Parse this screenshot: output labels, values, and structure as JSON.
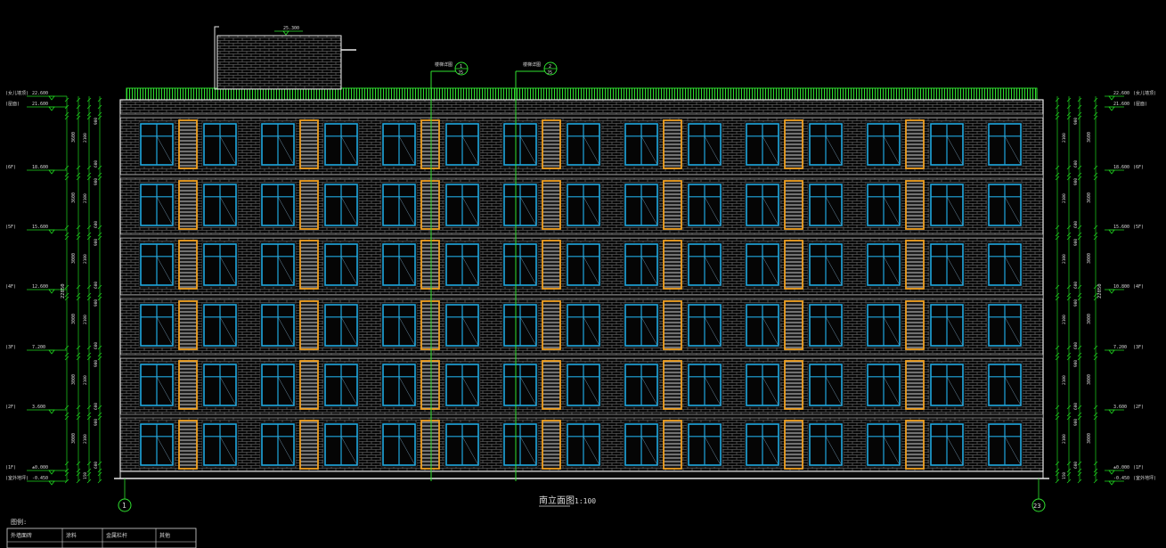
{
  "drawing": {
    "title": "南立面图",
    "scale": "1:100",
    "roof_top_elevation": "25.300",
    "section_markers": [
      {
        "label": "楼梯详图",
        "num": "1",
        "sheet": "J5"
      },
      {
        "label": "楼梯详图",
        "num": "2",
        "sheet": "J5"
      }
    ],
    "axis_left": "1",
    "axis_right": "23",
    "total_height_dim": "22850",
    "floor_height_dims": [
      "3000",
      "3000",
      "3000",
      "3000",
      "3600",
      "3600"
    ],
    "sub_dims": {
      "lower": [
        "900",
        "2100",
        "600"
      ],
      "upper": [
        "900",
        "2100"
      ],
      "ground_band": "150"
    },
    "left_levels": [
      {
        "label": "(女儿墙顶)",
        "value": "22.600"
      },
      {
        "label": "(屋面)",
        "value": "21.600"
      },
      {
        "label": "(6F)",
        "value": "18.600"
      },
      {
        "label": "(5F)",
        "value": "15.600"
      },
      {
        "label": "(4F)",
        "value": "12.600"
      },
      {
        "label": "(3F)",
        "value": "7.200"
      },
      {
        "label": "(2F)",
        "value": "3.600"
      },
      {
        "label": "(1F)",
        "value": "±0.000"
      },
      {
        "label": "(室外地坪)",
        "value": "-0.450"
      }
    ],
    "right_levels": [
      {
        "label": "(女儿墙顶)",
        "value": "22.600"
      },
      {
        "label": "(屋面)",
        "value": "21.600"
      },
      {
        "label": "(6F)",
        "value": "18.600"
      },
      {
        "label": "(5F)",
        "value": "15.600"
      },
      {
        "label": "(4F)",
        "value": "10.800"
      },
      {
        "label": "(3F)",
        "value": "7.200"
      },
      {
        "label": "(2F)",
        "value": "3.600"
      },
      {
        "label": "(1F)",
        "value": "±0.000"
      },
      {
        "label": "(室外地坪)",
        "value": "-0.450"
      }
    ],
    "legend": {
      "title": "图例:",
      "items": [
        "外墙面砖",
        "涂料",
        "金属栏杆",
        "其他"
      ]
    },
    "colors": {
      "background": "#000000",
      "wall_outline": "#ffffff",
      "window": "#1fa8e0",
      "balcony": "#f0a020",
      "roof": "#1ed61e",
      "dimension": "#1ed61e",
      "text": "#d8d8d8"
    },
    "bays": 8,
    "floors": 6
  }
}
